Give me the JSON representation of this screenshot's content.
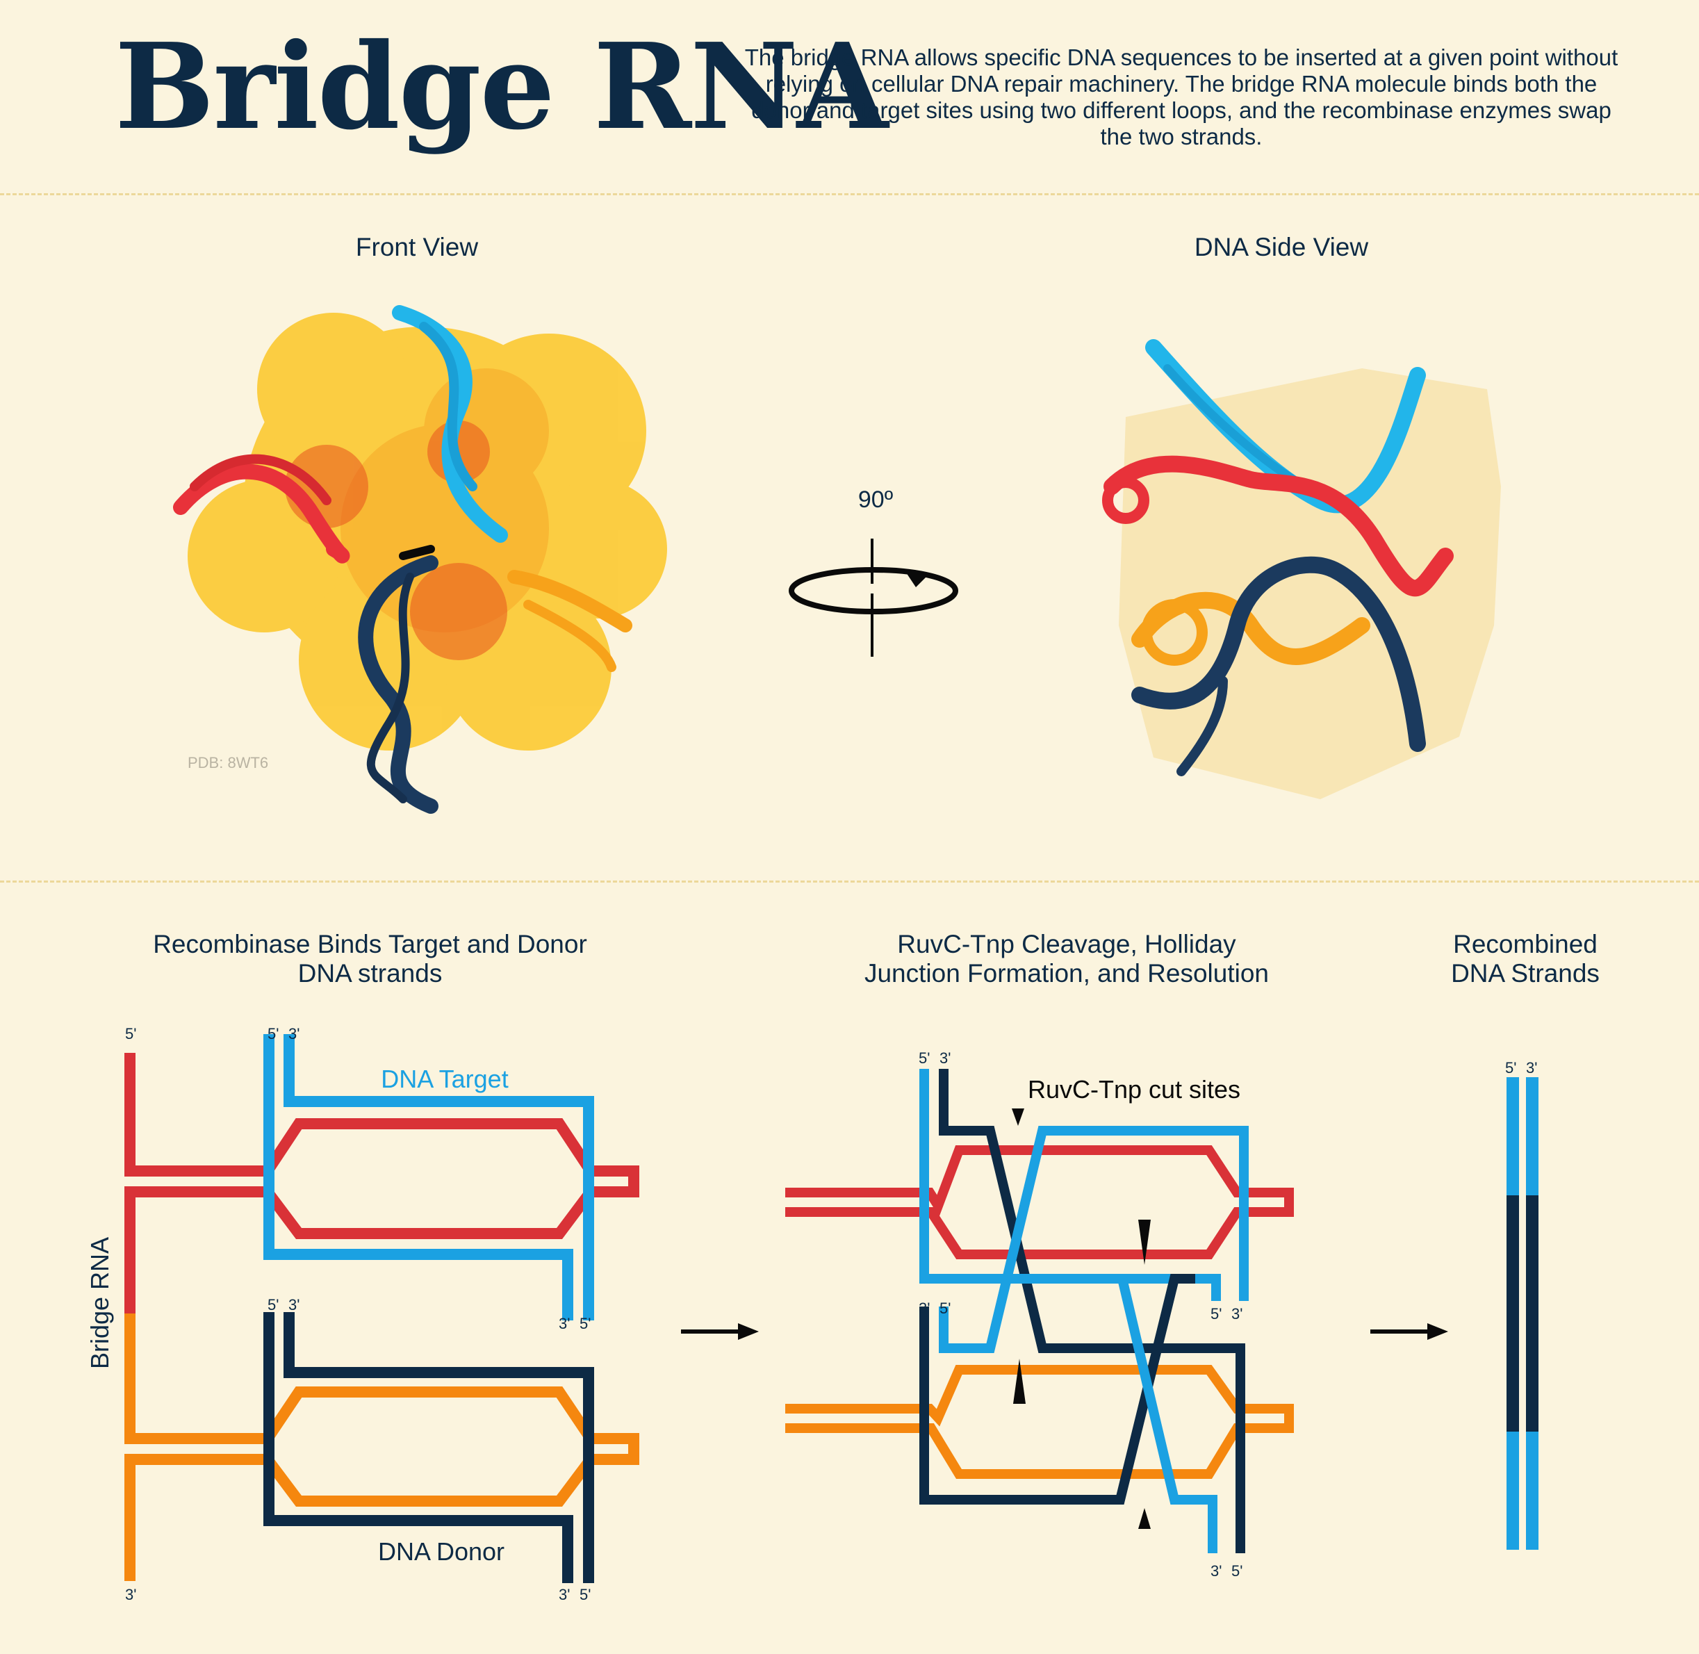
{
  "header": {
    "title": "Bridge RNA",
    "description": "The bridge RNA allows specific DNA sequences to be inserted at a given point without relying on cellular DNA repair machinery. The bridge RNA molecule binds both the donor and target sites using two different loops, and the recombinase enzymes swap the two strands."
  },
  "views": {
    "front_label": "Front View",
    "side_label": "DNA Side View",
    "rotation_label": "90º",
    "pdb_label": "PDB: 8WT6"
  },
  "steps": {
    "step1_line1": "Recombinase Binds Target and Donor",
    "step1_line2": "DNA strands",
    "step2_line1": "RuvC-Tnp Cleavage, Holliday",
    "step2_line2": "Junction Formation, and Resolution",
    "step3_line1": "Recombined",
    "step3_line2": "DNA Strands"
  },
  "diagram": {
    "bridge_rna_label": "Bridge RNA",
    "dna_target_label": "DNA Target",
    "dna_donor_label": "DNA Donor",
    "cut_sites_label": "RuvC-Tnp cut sites",
    "five_prime": "5'",
    "three_prime": "3'"
  },
  "colors": {
    "red": "#d93237",
    "orange": "#f5870f",
    "light_blue": "#1ba1e2",
    "navy": "#0d2a45",
    "background": "#fbf4de"
  }
}
